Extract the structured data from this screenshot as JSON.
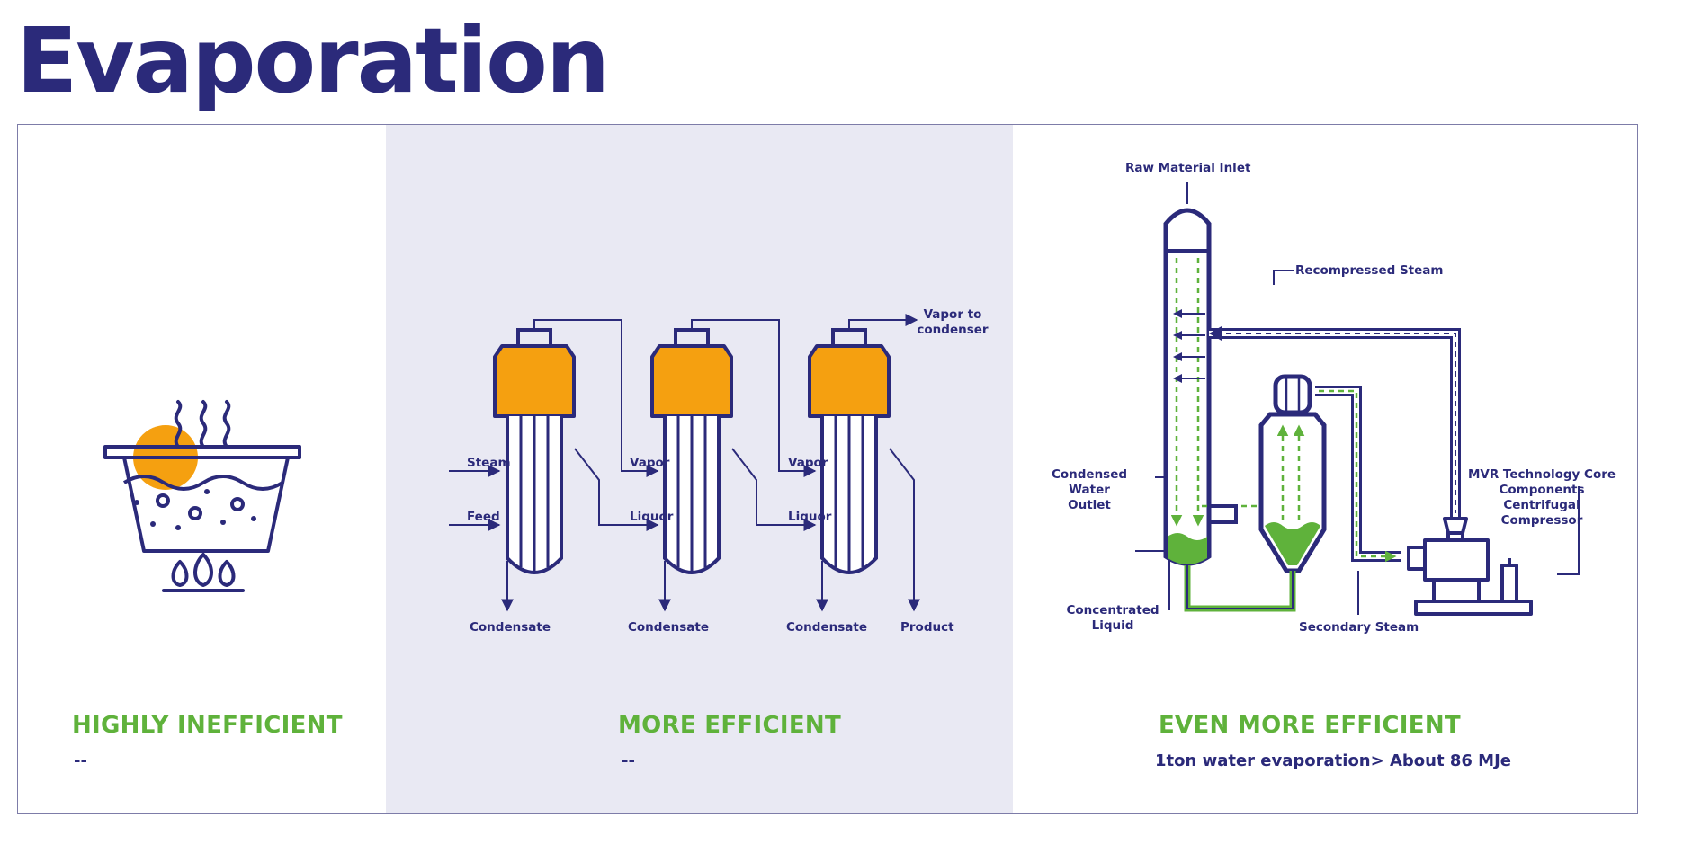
{
  "title": "Evaporation",
  "panels": [
    {
      "headline": "HIGHLY INEFFICIENT",
      "subline": "--"
    },
    {
      "headline": "MORE EFFICIENT",
      "subline": "--",
      "labels": {
        "steam": "Steam",
        "feed": "Feed",
        "vapor": "Vapor",
        "liquor": "Liquor",
        "condensate": "Condensate",
        "product": "Product",
        "vapor_to_condenser": "Vapor to condenser"
      }
    },
    {
      "headline": "EVEN MORE EFFICIENT",
      "subline": "1ton water evaporation> About 86 MJe",
      "labels": {
        "raw_material_inlet": "Raw Material Inlet",
        "recompressed_steam": "Recompressed Steam",
        "condensed_water_outlet": "Condensed Water Outlet",
        "mvr": "MVR Technology Core Components Centrifugal Compressor",
        "concentrated_liquid": "Concentrated Liquid",
        "secondary_steam": "Secondary Steam"
      }
    }
  ],
  "colors": {
    "navy": "#2b2a7a",
    "orange": "#f5a010",
    "green": "#5fb23b",
    "panel_shade": "#e9e9f3"
  }
}
